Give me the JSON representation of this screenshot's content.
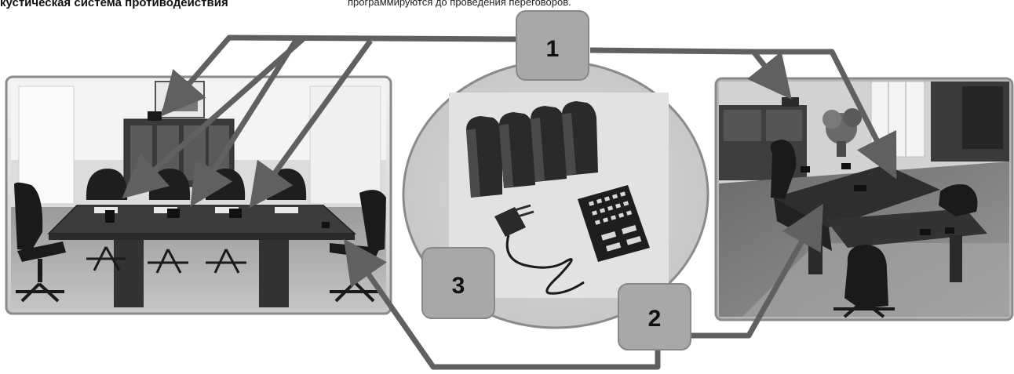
{
  "header": {
    "left_text": "кустическая система противодействия",
    "right_text": "программируются до проведения переговоров."
  },
  "callouts": [
    {
      "label": "1"
    },
    {
      "label": "2"
    },
    {
      "label": "3"
    }
  ],
  "icons": {
    "left_photo": "conference-room-photo",
    "center_photo": "suppression-devices-photo",
    "right_photo": "office-room-photo"
  },
  "colors": {
    "arrow": "#606060",
    "callout_fill": "#a8a8a8",
    "circle_fill": "#d4d4d4",
    "photo_border": "#8a8a8a"
  }
}
